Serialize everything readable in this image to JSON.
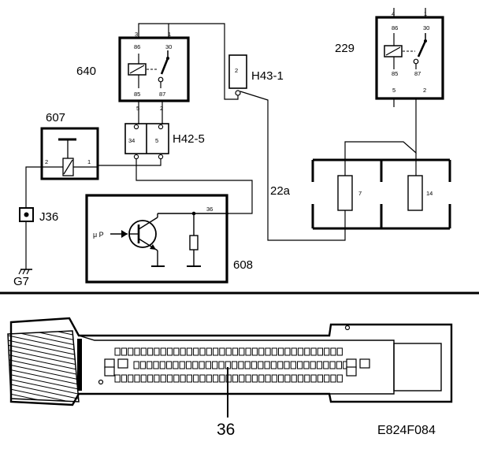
{
  "components": {
    "relay_640": {
      "id": "640",
      "pins": {
        "p3": "3",
        "p1": "1",
        "p86": "86",
        "p30": "30",
        "p85": "85",
        "p87": "87",
        "p5": "5",
        "p2": "2"
      }
    },
    "relay_229": {
      "id": "229",
      "pins": {
        "p4": "4",
        "p1": "1",
        "p86": "86",
        "p30": "30",
        "p85": "85",
        "p87": "87",
        "p5": "5",
        "p2": "2"
      }
    },
    "connector_h43": {
      "id": "H43-1",
      "pin": "2"
    },
    "connector_h42": {
      "id": "H42-5",
      "pin_a": "34",
      "pin_b": "5"
    },
    "switch_607": {
      "id": "607",
      "pin_left": "2",
      "pin_right": "1"
    },
    "ground_j36": {
      "id": "J36"
    },
    "ground_g7": {
      "id": "G7"
    },
    "ecu_608": {
      "id": "608",
      "pin": "36",
      "input_label": "μ P"
    },
    "fuse_box": {
      "fuse_a": "7",
      "fuse_b": "14"
    },
    "wire_22a": {
      "id": "22a"
    }
  },
  "connector_callout": "36",
  "figure_code": "E824F084"
}
